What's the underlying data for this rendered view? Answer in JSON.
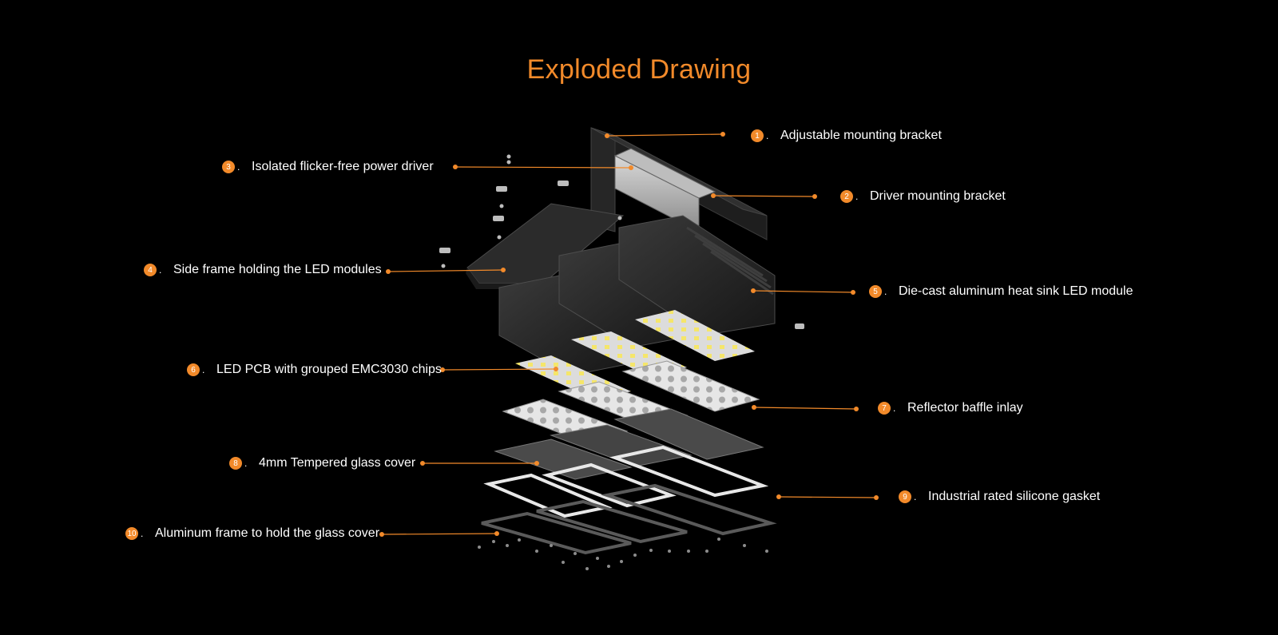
{
  "title": "Exploded Drawing",
  "accent_color": "#f28a2a",
  "callouts": [
    {
      "num": "1",
      "text": "Adjustable mounting bracket"
    },
    {
      "num": "2",
      "text": "Driver mounting bracket"
    },
    {
      "num": "3",
      "text": "Isolated flicker-free power driver"
    },
    {
      "num": "4",
      "text": "Side frame holding the LED modules"
    },
    {
      "num": "5",
      "text": "Die-cast aluminum heat sink LED module"
    },
    {
      "num": "6",
      "text": "LED PCB with grouped EMC3030 chips"
    },
    {
      "num": "7",
      "text": "Reflector baffle inlay"
    },
    {
      "num": "8",
      "text": "4mm Tempered glass cover"
    },
    {
      "num": "9",
      "text": "Industrial rated silicone gasket"
    },
    {
      "num": "10",
      "text": "Aluminum frame to hold the glass cover"
    }
  ]
}
